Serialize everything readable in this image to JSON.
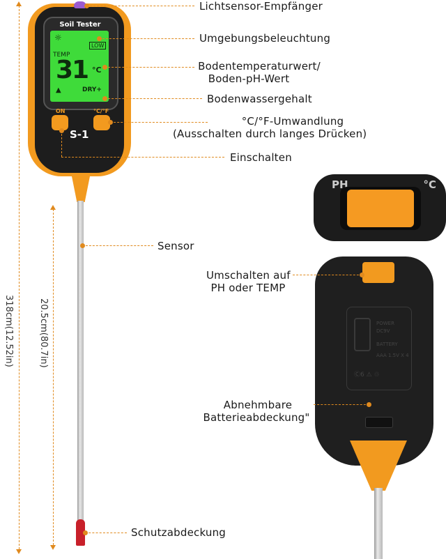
{
  "device": {
    "brand": "Soil Tester",
    "model": "S-1",
    "lcd": {
      "low": "LOW",
      "temp": "TEMP",
      "reading": "31",
      "unit": "°C",
      "moisture": "DRY+"
    },
    "buttons": {
      "on": "ON",
      "unit": "°C/°F"
    },
    "switch": {
      "left": "PH",
      "right": "°C"
    }
  },
  "battery_plate": {
    "power": "POWER",
    "dc": "DC9V",
    "battery": "BATTERY",
    "spec": "AAA 1.5V  X 4",
    "marks": "Ⓒ6  ⚠  ♲"
  },
  "callouts": {
    "light_sensor": "Lichtsensor-Empfänger",
    "ambient": "Umgebungsbeleuchtung",
    "temp_line1": "Bodentemperaturwert/",
    "temp_line2": "Boden-pH-Wert",
    "moisture": "Bodenwassergehalt",
    "unit_line1": "°C/°F-Umwandlung",
    "unit_line2": "(Ausschalten durch langes Drücken)",
    "power": "Einschalten",
    "sensor": "Sensor",
    "switch_line1": "Umschalten auf",
    "switch_line2": "PH oder TEMP",
    "cover_line1": "Abnehmbare",
    "cover_line2": "Batterieabdeckung\"",
    "cap": "Schutzabdeckung"
  },
  "dimensions": {
    "total": "318cm(12.52in)",
    "probe": "20.5cm(80.7in)"
  },
  "colors": {
    "accent": "#f29a1f",
    "lcd": "#3fdb3a",
    "body": "#1d1d1d",
    "cap": "#c8202a"
  }
}
